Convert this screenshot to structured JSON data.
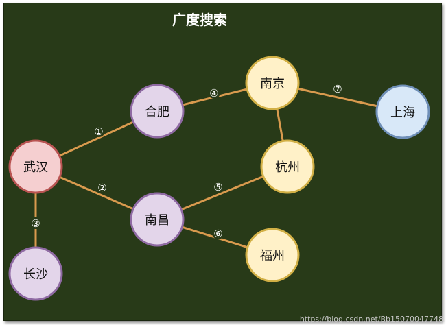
{
  "title": "广度搜索",
  "watermark": "https://blog.csdn.net/Bb15070047748",
  "colors": {
    "background": "#283a18",
    "edge": "#d99a4e",
    "red_fill": "#f5cfd0",
    "red_stroke": "#b95452",
    "purple_fill": "#e3d5ea",
    "purple_stroke": "#8f6aa3",
    "yellow_fill": "#fff1c8",
    "yellow_stroke": "#d2b046",
    "blue_fill": "#d8e8f8",
    "blue_stroke": "#6f8fb7"
  },
  "nodes": [
    {
      "id": "wuhan",
      "label": "武汉",
      "color": "red"
    },
    {
      "id": "hefei",
      "label": "合肥",
      "color": "purple"
    },
    {
      "id": "nanchang",
      "label": "南昌",
      "color": "purple"
    },
    {
      "id": "changsha",
      "label": "长沙",
      "color": "purple"
    },
    {
      "id": "nanjing",
      "label": "南京",
      "color": "yellow"
    },
    {
      "id": "hangzhou",
      "label": "杭州",
      "color": "yellow"
    },
    {
      "id": "fuzhou",
      "label": "福州",
      "color": "yellow"
    },
    {
      "id": "shanghai",
      "label": "上海",
      "color": "blue"
    }
  ],
  "edges": [
    {
      "from": "wuhan",
      "to": "hefei",
      "label": "①"
    },
    {
      "from": "wuhan",
      "to": "nanchang",
      "label": "②"
    },
    {
      "from": "wuhan",
      "to": "changsha",
      "label": "③"
    },
    {
      "from": "hefei",
      "to": "nanjing",
      "label": "④"
    },
    {
      "from": "nanchang",
      "to": "hangzhou",
      "label": "⑤"
    },
    {
      "from": "nanchang",
      "to": "fuzhou",
      "label": "⑥"
    },
    {
      "from": "nanjing",
      "to": "shanghai",
      "label": "⑦"
    },
    {
      "from": "nanjing",
      "to": "hangzhou",
      "label": ""
    }
  ]
}
